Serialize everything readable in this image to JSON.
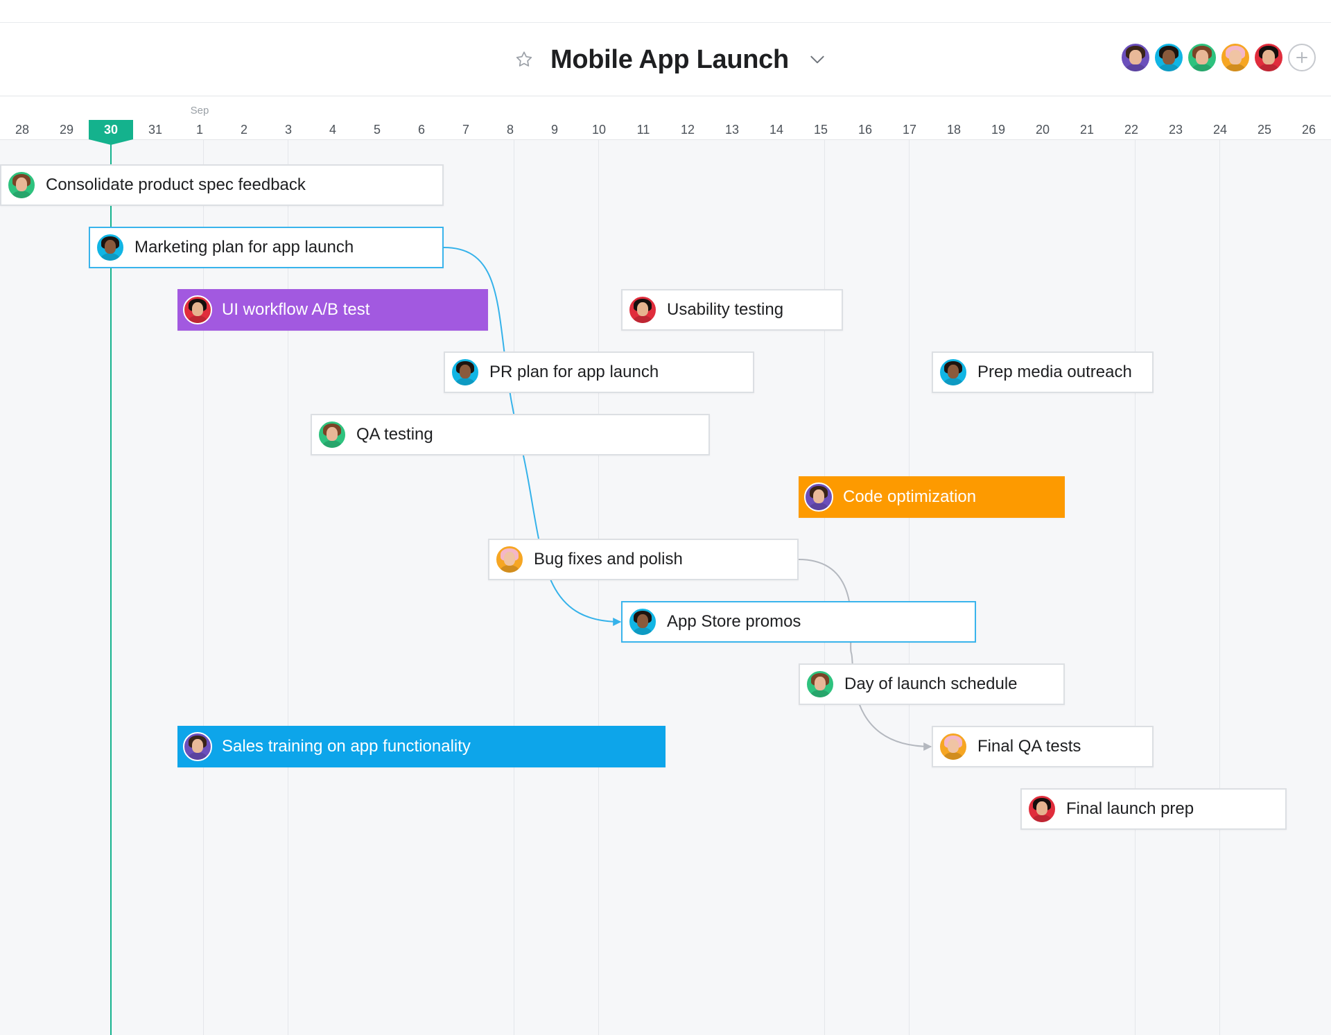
{
  "project": {
    "title": "Mobile App Launch"
  },
  "header_icons": {
    "favorite": "star-icon",
    "menu": "chevron-down-icon",
    "add_member": "plus-icon"
  },
  "members": [
    {
      "name": "member-1",
      "bg": "#6b4fbb",
      "skin": "#e9b999",
      "hair": "#3a2418",
      "shirt": "#6b4fbb"
    },
    {
      "name": "member-2",
      "bg": "#11b5e4",
      "skin": "#8a5a3c",
      "hair": "#1c1410",
      "shirt": "#11b5e4"
    },
    {
      "name": "member-3",
      "bg": "#2ec27e",
      "skin": "#e8b797",
      "hair": "#7a4326",
      "shirt": "#2ec27e"
    },
    {
      "name": "member-4",
      "bg": "#f6a623",
      "skin": "#f0c4a4",
      "hair": "#f4b7c8",
      "shirt": "#f6a623"
    },
    {
      "name": "member-5",
      "bg": "#e02d3c",
      "skin": "#e6b38f",
      "hair": "#150f0d",
      "shirt": "#e02d3c"
    }
  ],
  "timeline": {
    "month_label": "Sep",
    "days": [
      "28",
      "29",
      "30",
      "31",
      "1",
      "2",
      "3",
      "4",
      "5",
      "6",
      "7",
      "8",
      "9",
      "10",
      "11",
      "12",
      "13",
      "14",
      "15",
      "16",
      "17",
      "18",
      "19",
      "20",
      "21",
      "22",
      "23",
      "24",
      "25",
      "26"
    ],
    "today": "30"
  },
  "tasks": [
    {
      "label": "Consolidate product spec feedback",
      "assignee": 2,
      "start_day": "28",
      "end_day": "6",
      "fill": null,
      "selected": false
    },
    {
      "label": "Marketing plan for app launch",
      "assignee": 1,
      "start_day": "30",
      "end_day": "6",
      "fill": null,
      "selected": true
    },
    {
      "label": "UI workflow A/B test",
      "assignee": 4,
      "start_day": "1",
      "end_day": "7",
      "fill": "#a259e0",
      "selected": false
    },
    {
      "label": "Usability testing",
      "assignee": 4,
      "start_day": "11",
      "end_day": "15",
      "fill": null,
      "selected": false
    },
    {
      "label": "PR plan for app launch",
      "assignee": 1,
      "start_day": "7",
      "end_day": "13",
      "fill": null,
      "selected": false
    },
    {
      "label": "Prep media outreach",
      "assignee": 1,
      "start_day": "18",
      "end_day": "22",
      "fill": null,
      "selected": false
    },
    {
      "label": "QA testing",
      "assignee": 2,
      "start_day": "4",
      "end_day": "12",
      "fill": null,
      "selected": false
    },
    {
      "label": "Code optimization",
      "assignee": 0,
      "start_day": "15",
      "end_day": "20",
      "fill": "#fd9a00",
      "selected": false
    },
    {
      "label": "Bug fixes and polish",
      "assignee": 3,
      "start_day": "8",
      "end_day": "14",
      "fill": null,
      "selected": false
    },
    {
      "label": "App Store promos",
      "assignee": 1,
      "start_day": "11",
      "end_day": "18",
      "fill": null,
      "selected": true
    },
    {
      "label": "Day of launch schedule",
      "assignee": 2,
      "start_day": "15",
      "end_day": "20",
      "fill": null,
      "selected": false
    },
    {
      "label": "Sales training on app functionality",
      "assignee": 0,
      "start_day": "1",
      "end_day": "11",
      "fill": "#0da5ea",
      "selected": false
    },
    {
      "label": "Final QA tests",
      "assignee": 3,
      "start_day": "18",
      "end_day": "22",
      "fill": null,
      "selected": false
    },
    {
      "label": "Final launch prep",
      "assignee": 4,
      "start_day": "20",
      "end_day": "25",
      "fill": null,
      "selected": false
    }
  ],
  "dependencies": [
    {
      "from": "Marketing plan for app launch",
      "to": "App Store promos",
      "color": "#35b2ea"
    },
    {
      "from": "Bug fixes and polish",
      "to": "Final QA tests",
      "color": "#b4b8bf"
    }
  ]
}
